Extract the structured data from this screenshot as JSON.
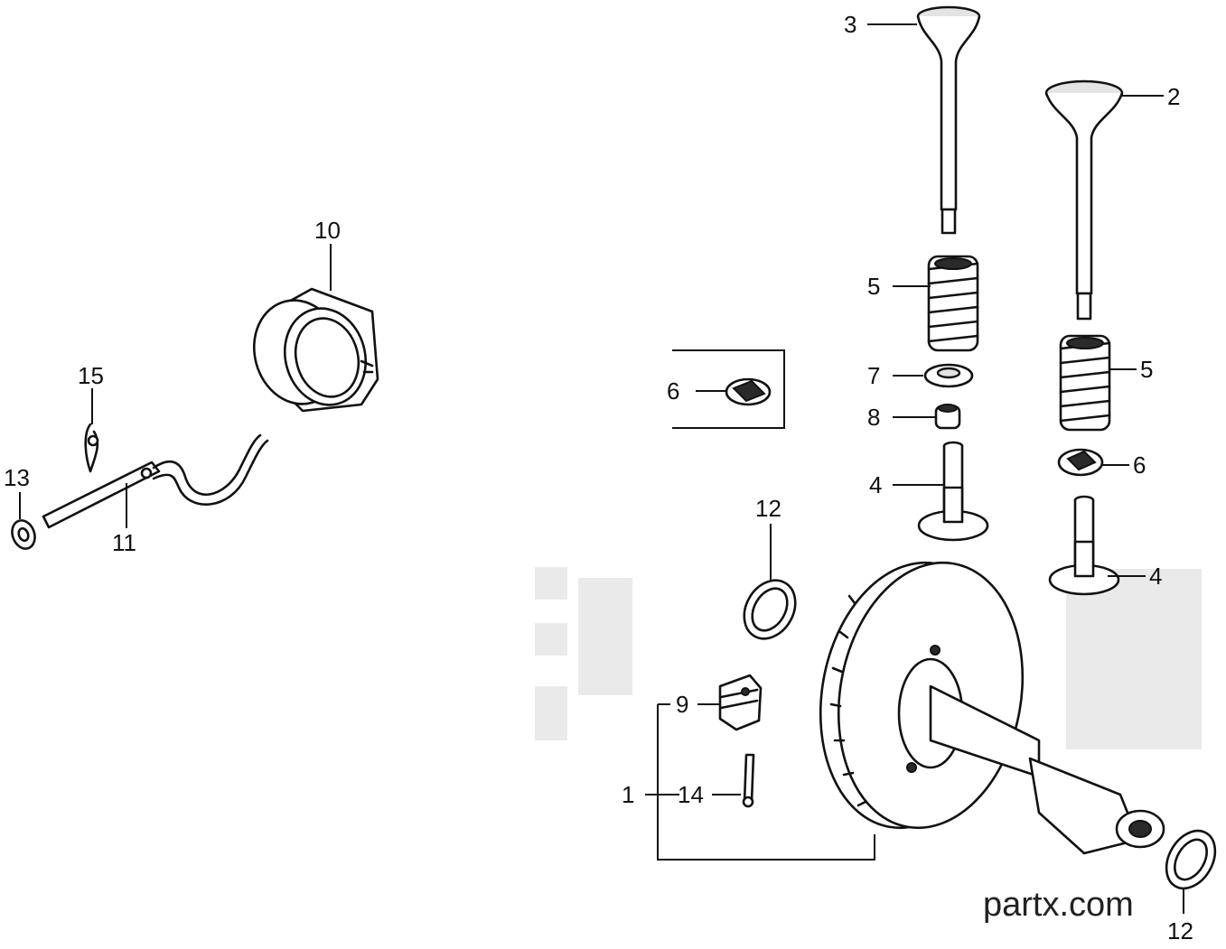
{
  "diagram": {
    "callouts": {
      "c1": "1",
      "c2": "2",
      "c3": "3",
      "c4a": "4",
      "c4b": "4",
      "c5a": "5",
      "c5b": "5",
      "c6a": "6",
      "c6b": "6",
      "c7": "7",
      "c8": "8",
      "c9": "9",
      "c10": "10",
      "c11": "11",
      "c12a": "12",
      "c12b": "12",
      "c13": "13",
      "c14": "14",
      "c15": "15"
    }
  },
  "watermark": {
    "text": "partx.com"
  }
}
